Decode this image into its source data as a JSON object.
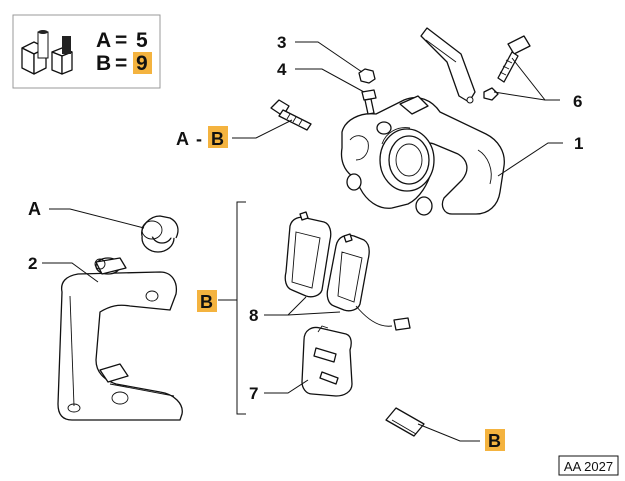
{
  "legend": {
    "a_letter": "A",
    "a_equals": "=",
    "a_value": "5",
    "b_letter": "B",
    "b_equals": "=",
    "b_value": "9"
  },
  "callouts": {
    "item1": "1",
    "item2": "2",
    "item3": "3",
    "item4": "4",
    "item6": "6",
    "item7": "7",
    "item8": "8",
    "bolt_a": "A",
    "bolt_dash": "-",
    "bolt_b": "B",
    "bushing_a": "A",
    "bracket_b": "B",
    "clip_b": "B"
  },
  "figure_code": "AA 2027",
  "colors": {
    "highlight": "#f4b33f",
    "line": "#111111"
  }
}
